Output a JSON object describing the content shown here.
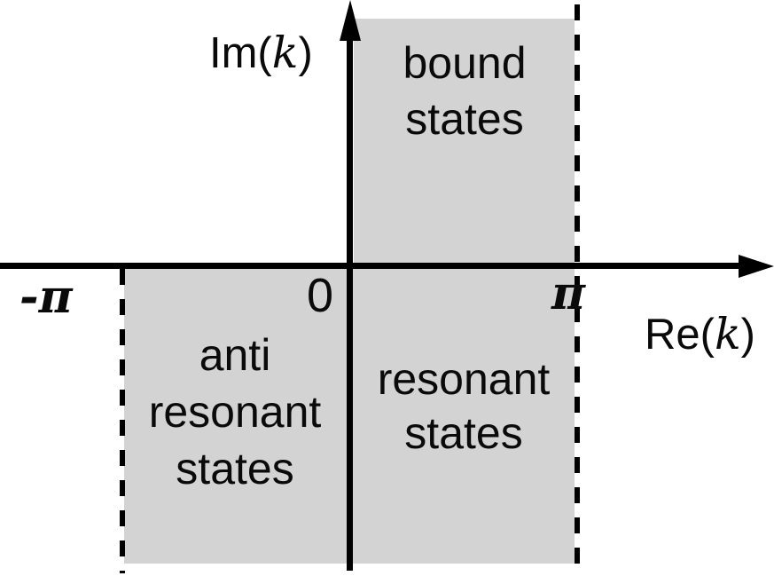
{
  "colors": {
    "background": "#ffffff",
    "region_fill": "#d3d3d3",
    "line": "#000000",
    "text": "#0a0a0a"
  },
  "axes": {
    "imaginary": {
      "prefix": "Im(",
      "variable": "k",
      "suffix": ")"
    },
    "real": {
      "prefix": "Re(",
      "variable": "k",
      "suffix": ")"
    }
  },
  "ticks": {
    "minus_pi": "-π",
    "origin": "0",
    "plus_pi": "π"
  },
  "regions": {
    "bound": {
      "line1": "bound",
      "line2": "states"
    },
    "anti_resonant": {
      "line1": "anti",
      "line2": "resonant",
      "line3": "states"
    },
    "resonant": {
      "line1": "resonant",
      "line2": "states"
    }
  }
}
